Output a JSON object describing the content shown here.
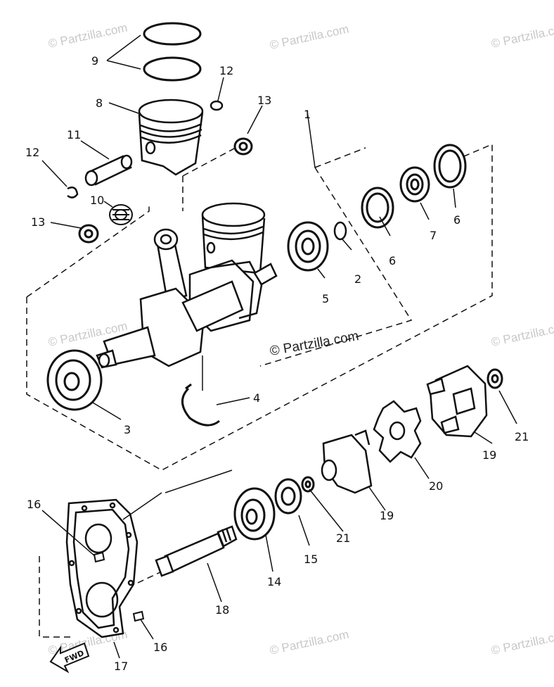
{
  "diagram": {
    "callouts": [
      "1",
      "2",
      "3",
      "4",
      "5",
      "6",
      "6",
      "7",
      "8",
      "9",
      "10",
      "11",
      "12",
      "12",
      "13",
      "13",
      "14",
      "15",
      "16",
      "16",
      "17",
      "18",
      "19",
      "19",
      "20",
      "21",
      "21"
    ],
    "watermark": "© Partzilla.com",
    "watermark_faint": "© Partzilla.com",
    "fwd_label": "FWD"
  }
}
